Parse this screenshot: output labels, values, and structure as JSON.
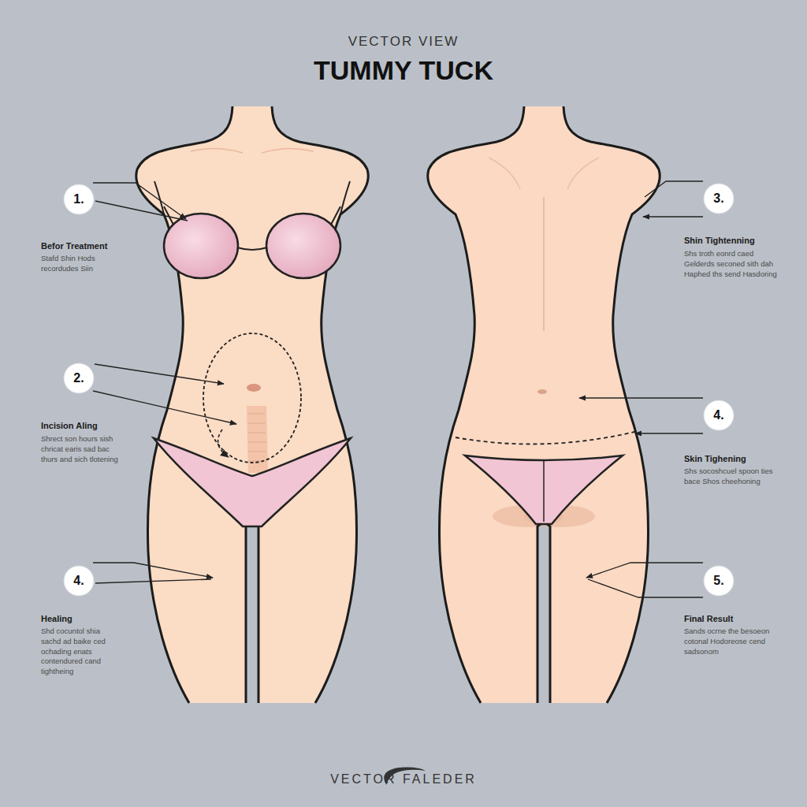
{
  "diagram": {
    "title": "TUMMY TUCK",
    "nodes": [
      {
        "text": [
          "1."
        ]
      },
      {
        "text": [
          "3."
        ]
      },
      {
        "text": [
          "2."
        ]
      },
      {
        "text": [
          "4."
        ]
      },
      {
        "text": [
          "4."
        ]
      },
      {
        "text": [
          "5."
        ]
      }
    ],
    "labels": [
      "VECTOR VIEW",
      "Befor Treatment",
      "Stafd Shin Hods recordudes Siin",
      "Incision Aling",
      "Shrect son hours sish chricat earis sad bac thurs and sich tlotening",
      "Healing",
      "Shd cocuntol shia sachd ad baike ced ochading enats contendured cand tightheing",
      "Shin Tightenning",
      "Shs troth eonrd caed Gelderds seconed sith dah Haphed ths send Hasdoring",
      "Skin Tighening",
      "Shs socoshcuel spoon ties bace Shos cheehoning",
      "Final Result",
      "Sands ocrne the besoeon cotonal Hodoreose cend sadsonom",
      "VECTOR FALEDER"
    ]
  }
}
